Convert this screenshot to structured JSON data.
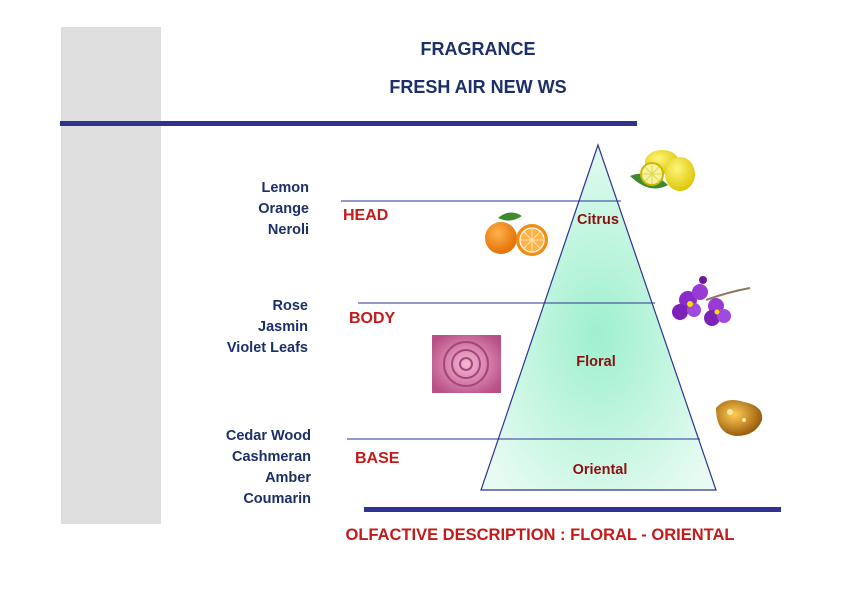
{
  "header": {
    "title": "FRAGRANCE",
    "subtitle": "FRESH AIR NEW WS"
  },
  "pyramid": {
    "head": {
      "level_label": "HEAD",
      "family": "Citrus",
      "notes": [
        "Lemon",
        "Orange",
        "Neroli"
      ]
    },
    "body": {
      "level_label": "BODY",
      "family": "Floral",
      "notes": [
        "Rose",
        "Jasmin",
        "Violet Leafs"
      ]
    },
    "base": {
      "level_label": "BASE",
      "family": "Oriental",
      "notes": [
        "Cedar Wood",
        "Cashmeran",
        "Amber",
        "Coumarin"
      ]
    }
  },
  "footer": {
    "description": "OLFACTIVE DESCRIPTION : FLORAL - ORIENTAL"
  },
  "colors": {
    "accent_navy": "#2e3392",
    "title_text": "#1c2f66",
    "level_red": "#c41a1a",
    "pyramid_fill": "#bff2dc",
    "sidebar_grey": "#dedede"
  },
  "illustrations": [
    "lemon-image",
    "orange-image",
    "violet-flower-image",
    "rose-image",
    "amber-stone-image"
  ]
}
